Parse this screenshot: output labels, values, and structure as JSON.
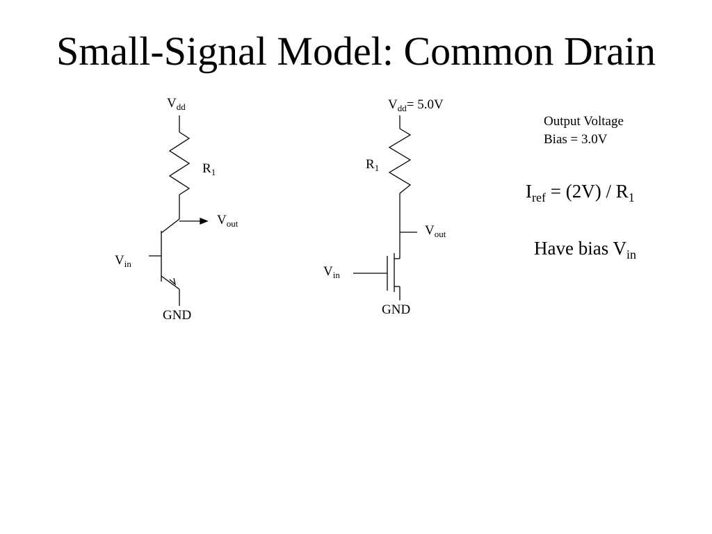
{
  "slide": {
    "title": "Small-Signal Model: Common Drain"
  },
  "bjt": {
    "vdd": {
      "main": "V",
      "sub": "dd"
    },
    "r1": {
      "main": "R",
      "sub": "1"
    },
    "vout": {
      "main": "V",
      "sub": "out"
    },
    "vin": {
      "main": "V",
      "sub": "in"
    },
    "gnd": "GND"
  },
  "mos": {
    "vdd": {
      "main": "V",
      "sub": "dd",
      "suffix": "= 5.0V"
    },
    "r1": {
      "main": "R",
      "sub": "1"
    },
    "vout": {
      "main": "V",
      "sub": "out"
    },
    "vin": {
      "main": "V",
      "sub": "in"
    },
    "gnd": "GND"
  },
  "notes": {
    "bias_line1": "Output Voltage",
    "bias_line2": "Bias = 3.0V",
    "iref": {
      "main": "I",
      "sub": "ref",
      "rest": " = (2V) / R",
      "rest_sub": "1"
    },
    "have_bias": {
      "main": "Have bias V",
      "sub": "in"
    }
  }
}
